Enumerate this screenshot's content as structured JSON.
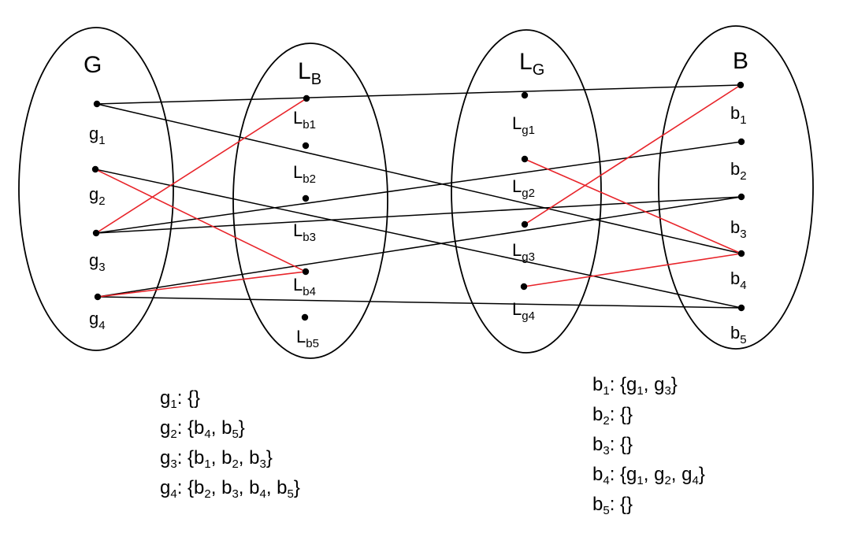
{
  "colors": {
    "black": "#000000",
    "red": "#e8242a"
  },
  "sets": [
    {
      "id": "G",
      "title": "G"
    },
    {
      "id": "LB",
      "title": "L",
      "title_sub": "B"
    },
    {
      "id": "LG",
      "title": "L",
      "title_sub": "G"
    },
    {
      "id": "B",
      "title": "B"
    }
  ],
  "nodes": {
    "g1": {
      "label": "g",
      "sub": "1"
    },
    "g2": {
      "label": "g",
      "sub": "2"
    },
    "g3": {
      "label": "g",
      "sub": "3"
    },
    "g4": {
      "label": "g",
      "sub": "4"
    },
    "Lb1": {
      "label": "L",
      "sub": "b1"
    },
    "Lb2": {
      "label": "L",
      "sub": "b2"
    },
    "Lb3": {
      "label": "L",
      "sub": "b3"
    },
    "Lb4": {
      "label": "L",
      "sub": "b4"
    },
    "Lb5": {
      "label": "L",
      "sub": "b5"
    },
    "Lg1": {
      "label": "L",
      "sub": "g1"
    },
    "Lg2": {
      "label": "L",
      "sub": "g2"
    },
    "Lg3": {
      "label": "L",
      "sub": "g3"
    },
    "Lg4": {
      "label": "L",
      "sub": "g4"
    },
    "b1": {
      "label": "b",
      "sub": "1"
    },
    "b2": {
      "label": "b",
      "sub": "2"
    },
    "b3": {
      "label": "b",
      "sub": "3"
    },
    "b4": {
      "label": "b",
      "sub": "4"
    },
    "b5": {
      "label": "b",
      "sub": "5"
    }
  },
  "edges": [
    {
      "from": "g1",
      "to": "b1",
      "color": "black"
    },
    {
      "from": "g1",
      "to": "b4",
      "color": "black"
    },
    {
      "from": "g2",
      "to": "b5",
      "color": "black"
    },
    {
      "from": "g3",
      "to": "b2",
      "color": "black"
    },
    {
      "from": "g3",
      "to": "b3",
      "color": "black"
    },
    {
      "from": "g4",
      "to": "b3",
      "color": "black"
    },
    {
      "from": "g4",
      "to": "b5",
      "color": "black"
    },
    {
      "from": "g3",
      "to": "Lb1",
      "color": "red"
    },
    {
      "from": "g2",
      "to": "Lb4",
      "color": "red"
    },
    {
      "from": "g4",
      "to": "Lb4",
      "color": "red"
    },
    {
      "from": "Lg3",
      "to": "b1",
      "color": "red"
    },
    {
      "from": "Lg2",
      "to": "b4",
      "color": "red"
    },
    {
      "from": "Lg4",
      "to": "b4",
      "color": "red"
    }
  ],
  "g_lists": [
    {
      "name": "g",
      "name_sub": "1",
      "items": []
    },
    {
      "name": "g",
      "name_sub": "2",
      "items": [
        {
          "n": "b",
          "s": "4"
        },
        {
          "n": "b",
          "s": "5"
        }
      ]
    },
    {
      "name": "g",
      "name_sub": "3",
      "items": [
        {
          "n": "b",
          "s": "1"
        },
        {
          "n": "b",
          "s": "2"
        },
        {
          "n": "b",
          "s": "3"
        }
      ]
    },
    {
      "name": "g",
      "name_sub": "4",
      "items": [
        {
          "n": "b",
          "s": "2"
        },
        {
          "n": "b",
          "s": "3"
        },
        {
          "n": "b",
          "s": "4"
        },
        {
          "n": "b",
          "s": "5"
        }
      ]
    }
  ],
  "b_lists": [
    {
      "name": "b",
      "name_sub": "1",
      "items": [
        {
          "n": "g",
          "s": "1"
        },
        {
          "n": "g",
          "s": "3"
        }
      ]
    },
    {
      "name": "b",
      "name_sub": "2",
      "items": []
    },
    {
      "name": "b",
      "name_sub": "3",
      "items": []
    },
    {
      "name": "b",
      "name_sub": "4",
      "items": [
        {
          "n": "g",
          "s": "1"
        },
        {
          "n": "g",
          "s": "2"
        },
        {
          "n": "g",
          "s": "4"
        }
      ]
    },
    {
      "name": "b",
      "name_sub": "5",
      "items": []
    }
  ]
}
